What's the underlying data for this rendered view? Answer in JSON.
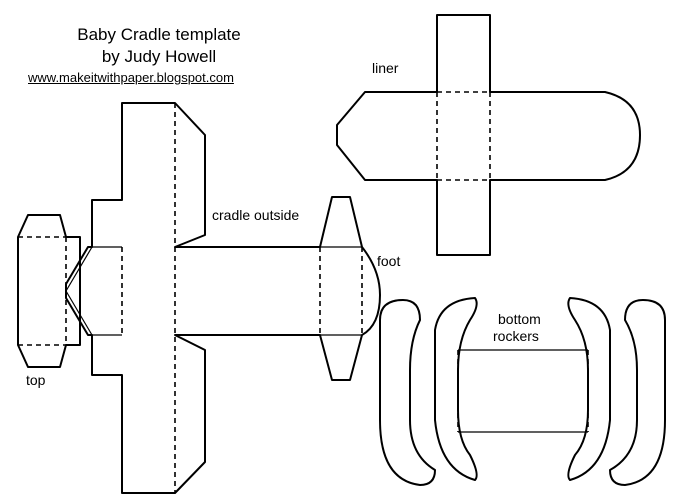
{
  "header": {
    "title_line1": "Baby Cradle template",
    "title_line2": "by Judy Howell",
    "url": "www.makeitwithpaper.blogspot.com"
  },
  "labels": {
    "liner": "liner",
    "cradle_outside": "cradle outside",
    "foot": "foot",
    "top": "top",
    "bottom_rockers_line1": "bottom",
    "bottom_rockers_line2": "rockers"
  },
  "colors": {
    "line": "#000000",
    "background": "#ffffff"
  }
}
